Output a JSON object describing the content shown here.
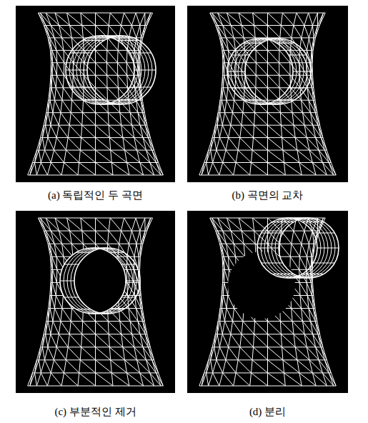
{
  "diagram": {
    "labels": [
      "(a) 독립적인 두 곡면",
      "(b) 곡면의 교차",
      "(c) 부분적인 제거",
      "(d) 분리"
    ]
  }
}
